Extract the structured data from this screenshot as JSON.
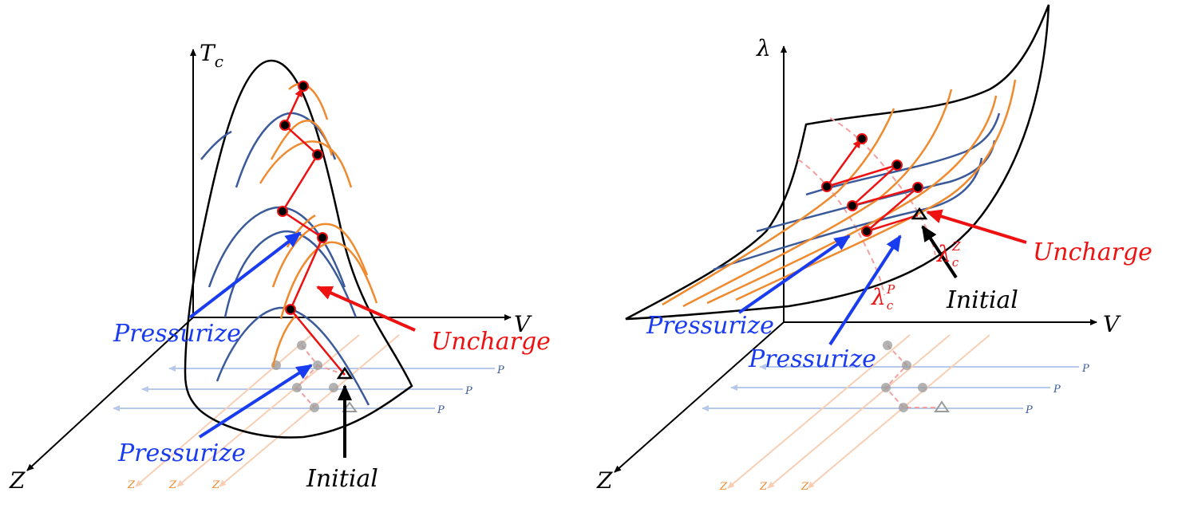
{
  "left_panel": {
    "axis_vertical": "T",
    "axis_vertical_sub": "c",
    "axis_horizontal": "V",
    "axis_depth": "Z",
    "label_pressurize_upper": "Pressurize",
    "label_pressurize_lower": "Pressurize",
    "label_uncharge": "Uncharge",
    "label_initial": "Initial",
    "floor_p_labels": [
      "P",
      "P",
      "P"
    ],
    "floor_z_labels": [
      "Z",
      "Z",
      "Z"
    ]
  },
  "right_panel": {
    "axis_vertical": "λ",
    "axis_horizontal": "V",
    "axis_depth": "Z",
    "label_pressurize_upper": "Pressurize",
    "label_pressurize_lower": "Pressurize",
    "label_uncharge": "Uncharge",
    "label_initial": "Initial",
    "lambda_cz_base": "λ",
    "lambda_cz_sub": "c",
    "lambda_cz_sup": "Z",
    "lambda_cp_base": "λ",
    "lambda_cp_sub": "c",
    "lambda_cp_sup": "P",
    "floor_p_labels": [
      "P",
      "P",
      "P"
    ],
    "floor_z_labels": [
      "Z",
      "Z",
      "Z"
    ]
  },
  "colors": {
    "axis": "#000000",
    "constant_p_curve": "#3a5a9a",
    "constant_z_curve": "#ef8a2e",
    "path": "#ee1111",
    "pressurize": "#1a3cf0",
    "uncharge": "#ee1111",
    "initial": "#000000",
    "floor_p_line": "#b8c8ea",
    "floor_z_line": "#f8cfb4",
    "floor_dot": "#9a9a9a",
    "floor_path": "#f2a0a0"
  }
}
